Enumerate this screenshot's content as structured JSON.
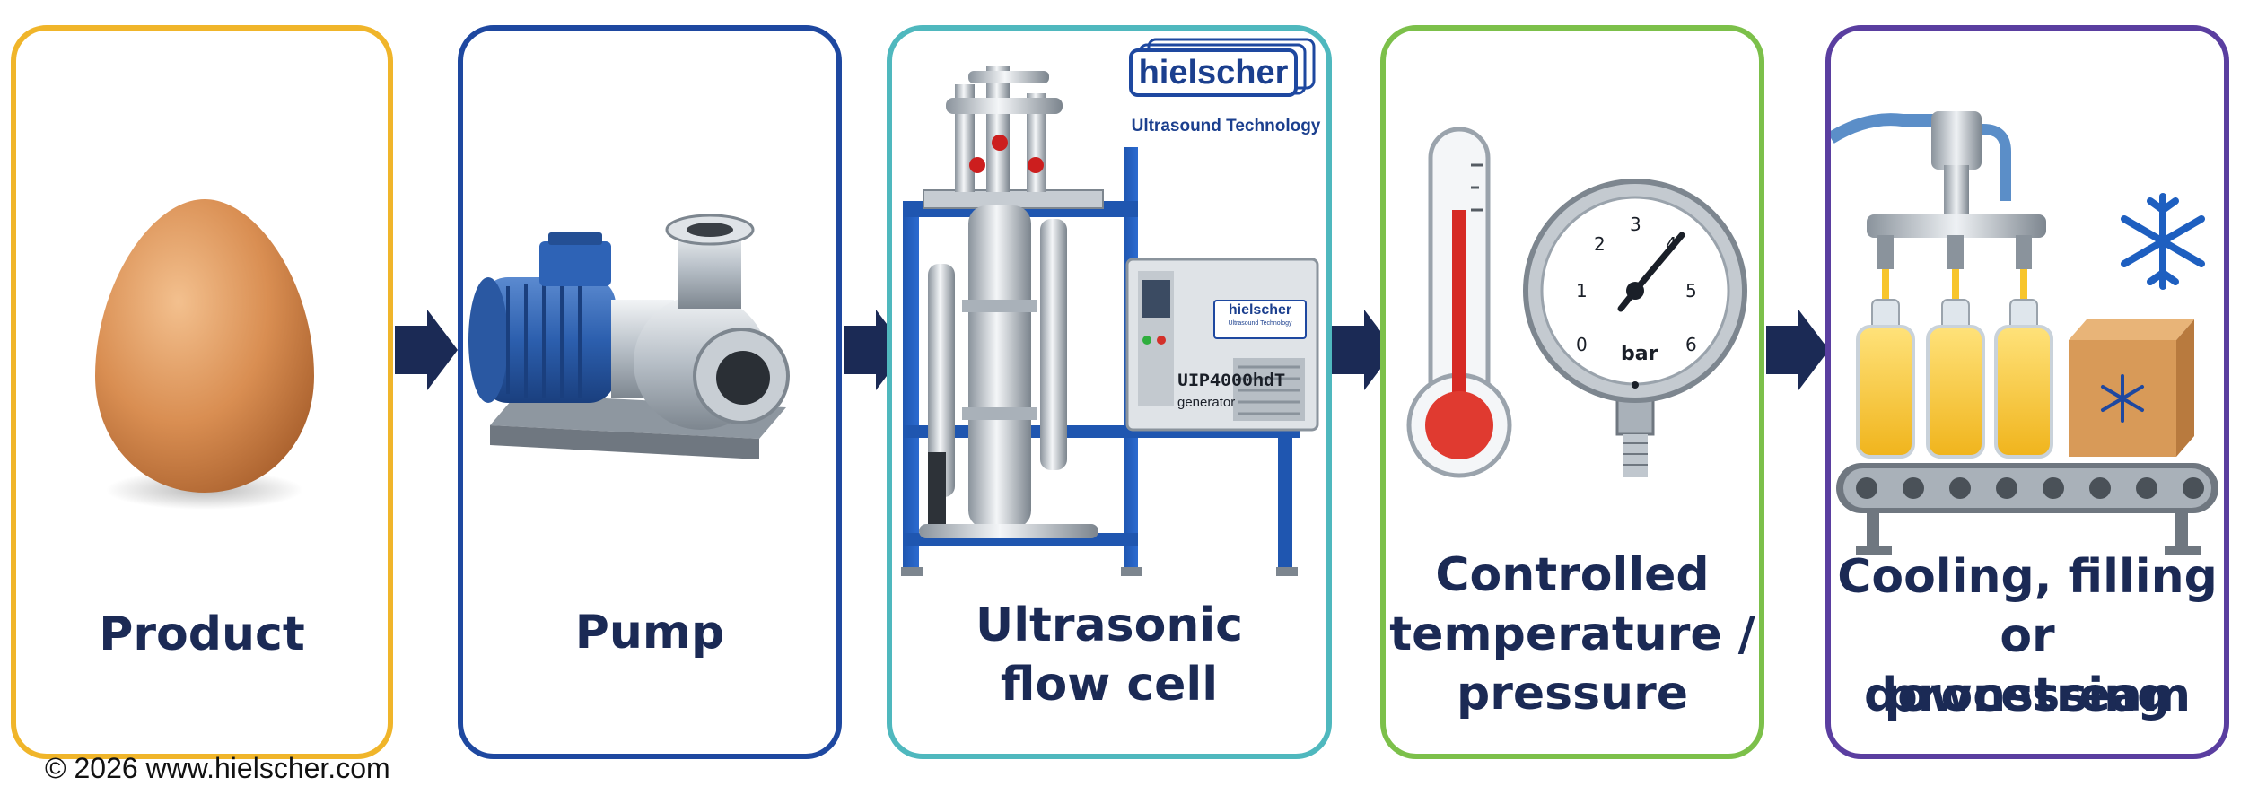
{
  "steps": [
    {
      "label": "Product",
      "border_color": "#f0b52a",
      "icon": "egg-icon"
    },
    {
      "label": "Pump",
      "border_color": "#1e48a0",
      "icon": "pump-icon"
    },
    {
      "label_lines": [
        "Ultrasonic",
        "flow cell"
      ],
      "border_color": "#4fb8be",
      "icon": "ultrasonic-flow-cell-icon",
      "logo": {
        "brand": "hielscher",
        "tagline": "Ultrasound Technology"
      },
      "generator": {
        "brand": "hielscher",
        "tagline": "Ultrasound Technology",
        "model": "UIP4000hdT",
        "subtitle": "generator"
      }
    },
    {
      "label_lines": [
        "Controlled",
        "temperature /",
        "pressure"
      ],
      "border_color": "#7cc04a",
      "icons": [
        "thermometer-icon",
        "pressure-gauge-icon"
      ],
      "gauge": {
        "unit": "bar",
        "ticks": [
          "0",
          "1",
          "2",
          "3",
          "4",
          "5",
          "6"
        ]
      }
    },
    {
      "label_lines": [
        "Cooling, filling",
        "or downstream",
        "processing"
      ],
      "border_color": "#5a3ea0",
      "icons": [
        "bottle-filling-icon",
        "snowflake-icon",
        "box-icon",
        "conveyor-icon"
      ]
    }
  ],
  "arrows": {
    "color": "#1b2a55",
    "icon": "arrow-right-icon"
  },
  "footer": {
    "copyright": "© 2026 www.hielscher.com"
  }
}
